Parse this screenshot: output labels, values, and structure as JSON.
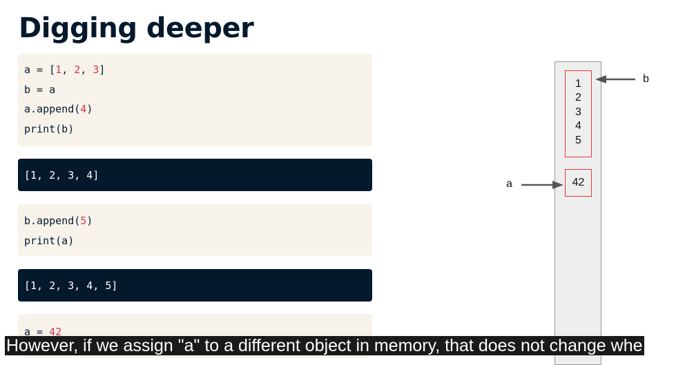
{
  "slide": {
    "title": "Digging deeper"
  },
  "code_cells": [
    {
      "kind": "input",
      "lines": [
        [
          {
            "t": "a = ["
          },
          {
            "t": "1",
            "num": true
          },
          {
            "t": ", "
          },
          {
            "t": "2",
            "num": true
          },
          {
            "t": ", "
          },
          {
            "t": "3",
            "num": true
          },
          {
            "t": "]"
          }
        ],
        [
          {
            "t": "b = a"
          }
        ],
        [
          {
            "t": "a.append("
          },
          {
            "t": "4",
            "num": true
          },
          {
            "t": ")"
          }
        ],
        [
          {
            "t": "print(b)"
          }
        ]
      ]
    },
    {
      "kind": "output",
      "lines": [
        [
          {
            "t": "[1, 2, 3, 4]"
          }
        ]
      ]
    },
    {
      "kind": "input",
      "lines": [
        [
          {
            "t": "b.append("
          },
          {
            "t": "5",
            "num": true
          },
          {
            "t": ")"
          }
        ],
        [
          {
            "t": "print(a)"
          }
        ]
      ]
    },
    {
      "kind": "output",
      "lines": [
        [
          {
            "t": "[1, 2, 3, 4, 5]"
          }
        ]
      ]
    },
    {
      "kind": "input",
      "lines": [
        [
          {
            "t": "a = "
          },
          {
            "t": "42",
            "num": true
          }
        ]
      ]
    }
  ],
  "diagram": {
    "list_items": [
      "1",
      "2",
      "3",
      "4",
      "5"
    ],
    "int_value": "42",
    "label_a": "a",
    "label_b": "b"
  },
  "caption": {
    "text": "However, if we assign \"a\" to a different object in memory, that does not change whe"
  },
  "colors": {
    "title": "#05192d",
    "code_bg": "#f7f3eb",
    "output_bg": "#05192d",
    "number": "#d0384a",
    "box_border": "#e53935"
  }
}
